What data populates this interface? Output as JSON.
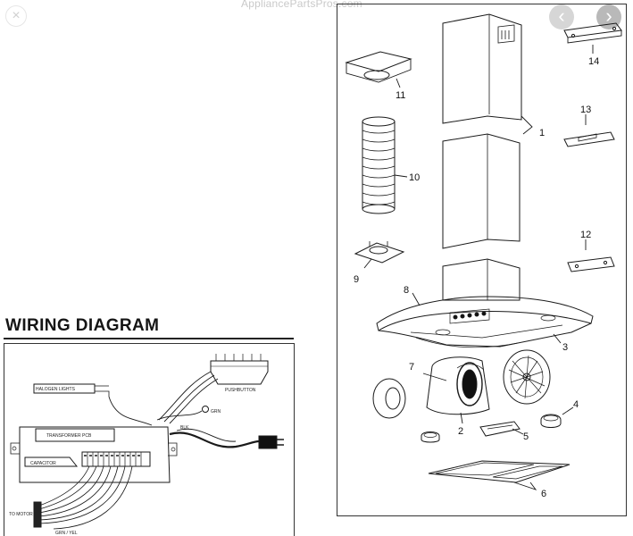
{
  "watermark": "AppliancePartsPros.com",
  "wiring": {
    "title": "WIRING DIAGRAM",
    "labels": {
      "halogen": "HALOGEN LIGHTS",
      "transformer": "TRANSFORMER PCB",
      "capacitor": "CAPACITOR",
      "pushbutton": "PUSHBUTTON",
      "motor": "TO MOTOR",
      "grn": "GRN",
      "blk": "BLK",
      "grnyel": "GRN / YEL"
    }
  },
  "callouts": {
    "c1": "1",
    "c2": "2",
    "c3": "3",
    "c4": "4",
    "c5": "5",
    "c6": "6",
    "c7": "7",
    "c8": "8",
    "c9": "9",
    "c10": "10",
    "c11": "11",
    "c12": "12",
    "c13": "13",
    "c14": "14"
  }
}
